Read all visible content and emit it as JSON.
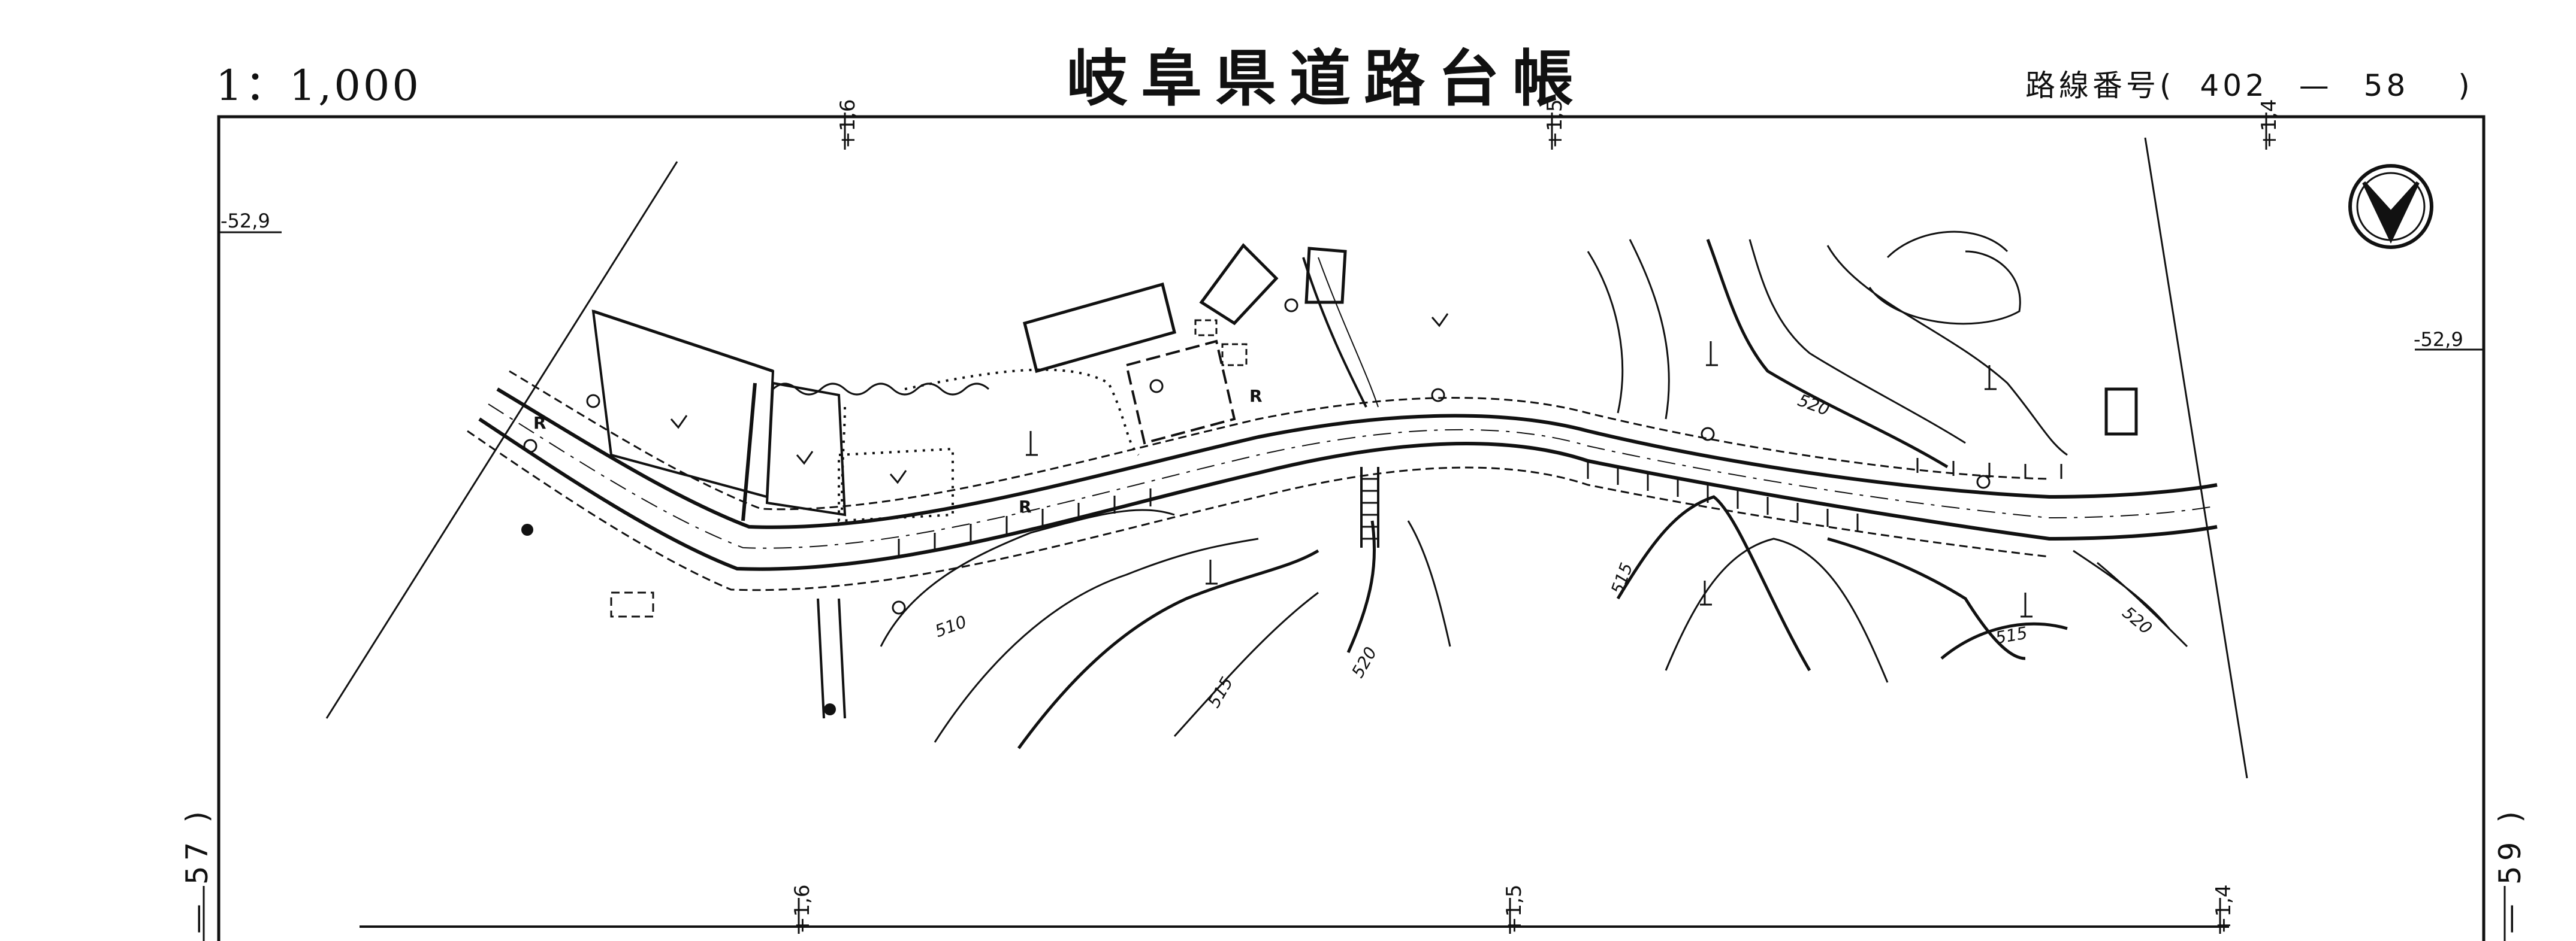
{
  "header": {
    "scale": "1：1,000",
    "title": "岐阜県道路台帳",
    "route_label": "路線番号(",
    "route_number": "402",
    "route_dash": "—",
    "route_sheet": "58",
    "route_close": ")"
  },
  "stations_top": [
    "+1,6",
    "+1,5",
    "+1,4"
  ],
  "stations_bottom": [
    "+1,6",
    "+1,5",
    "+1,4"
  ],
  "grid_left": "-52,9",
  "grid_right": "-52,9",
  "adjacent_sheets": {
    "left": "— 57 )",
    "right": "— 59 )"
  },
  "contour_labels": [
    "510",
    "515",
    "520",
    "515",
    "520",
    "515",
    "520"
  ],
  "road_labels": [
    "R",
    "R",
    "R"
  ],
  "colors": {
    "ink": "#111111",
    "paper": "#ffffff"
  }
}
